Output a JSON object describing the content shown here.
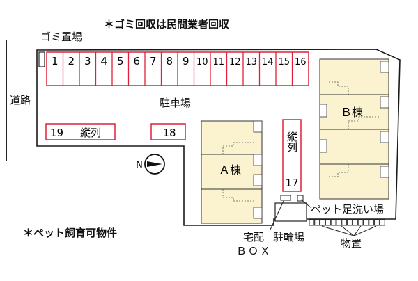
{
  "notes": {
    "garbage": "＊ゴミ回収は民間業者回収",
    "pets": "＊ペット飼育可物件"
  },
  "labels": {
    "garbage_area": "ゴミ置場",
    "road": "道路",
    "parking": "駐車場",
    "building_a": "Ａ棟",
    "building_b": "Ｂ棟",
    "delivery_box_line1": "宅配",
    "delivery_box_line2": "ＢＯＸ",
    "bicycle_parking": "駐輪場",
    "pet_foot_wash": "ペット足洗い場",
    "storage": "物置",
    "compass_letter": "N"
  },
  "parking_spaces": {
    "top_row": [
      "1",
      "2",
      "3",
      "4",
      "5",
      "6",
      "7",
      "8",
      "9",
      "10",
      "11",
      "12",
      "13",
      "14",
      "15",
      "16"
    ],
    "space_19_number": "19",
    "space_19_note": "縦列",
    "space_18": "18",
    "space_17_note": "縦列",
    "space_17_number": "17"
  },
  "colors": {
    "parking_outline": "#e0203a",
    "building_fill": "#fbf3cf",
    "lot_outline": "#1a1a1a",
    "lot_fill": "#ffffff"
  }
}
